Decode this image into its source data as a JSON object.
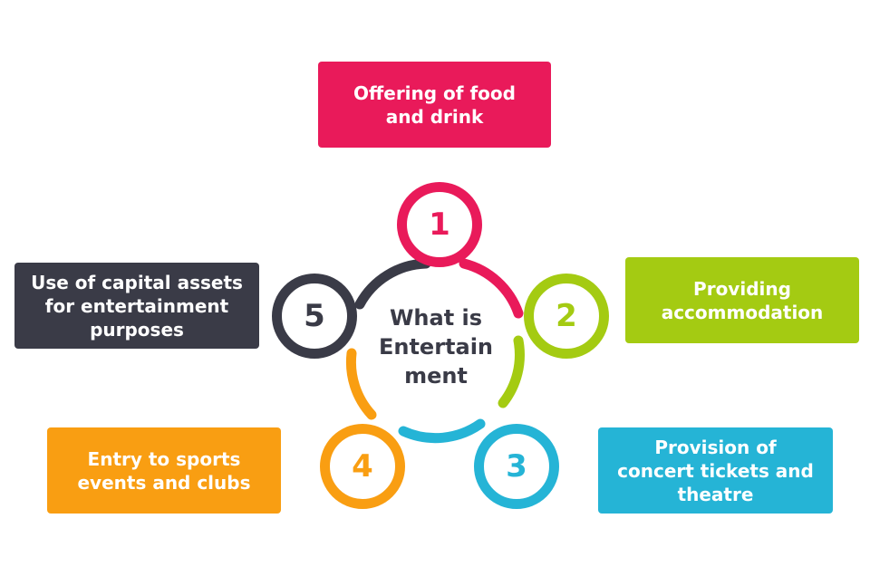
{
  "center": {
    "label": "What is\nEntertain\nment"
  },
  "colors": {
    "pink": "#e91a5a",
    "green": "#a4cb12",
    "blue": "#25b4d6",
    "orange": "#f99e12",
    "dark": "#3a3b47"
  },
  "items": [
    {
      "number": "1",
      "text": "Offering of food\nand drink",
      "color": "#e91a5a"
    },
    {
      "number": "2",
      "text": "Providing\naccommodation",
      "color": "#a4cb12"
    },
    {
      "number": "3",
      "text": "Provision of\nconcert tickets and\ntheatre",
      "color": "#25b4d6"
    },
    {
      "number": "4",
      "text": "Entry to sports\nevents and clubs",
      "color": "#f99e12"
    },
    {
      "number": "5",
      "text": "Use of capital assets\nfor entertainment\npurposes",
      "color": "#3a3b47"
    }
  ]
}
